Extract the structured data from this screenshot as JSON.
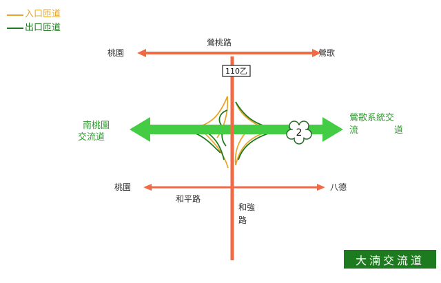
{
  "legend": {
    "entrance": {
      "label": "入口匝道",
      "color": "#e8a52a"
    },
    "exit": {
      "label": "出口匝道",
      "color": "#1f7a1f"
    }
  },
  "roads": {
    "north_road": "鶯桃路",
    "top_left": "桃園",
    "top_right": "鶯歌",
    "route_label": "110乙",
    "bottom_left": "桃園",
    "bottom_right": "八德",
    "bottom_road": "和平路",
    "south_road_line1": "和強",
    "south_road_line2": "路"
  },
  "freeway": {
    "left_line1": "南桃園",
    "left_line2": "交流道",
    "right_line1": "鶯歌系統交",
    "right_line2a": "流",
    "right_line2b": "道",
    "number": "2"
  },
  "title": "大湳交流道",
  "colors": {
    "road": "#ef6a45",
    "freeway": "#44cc44",
    "freeway_text": "#2e9a2e",
    "entrance": "#e8a52a",
    "exit": "#1f7a1f",
    "title_bg": "#1e7a1e"
  }
}
